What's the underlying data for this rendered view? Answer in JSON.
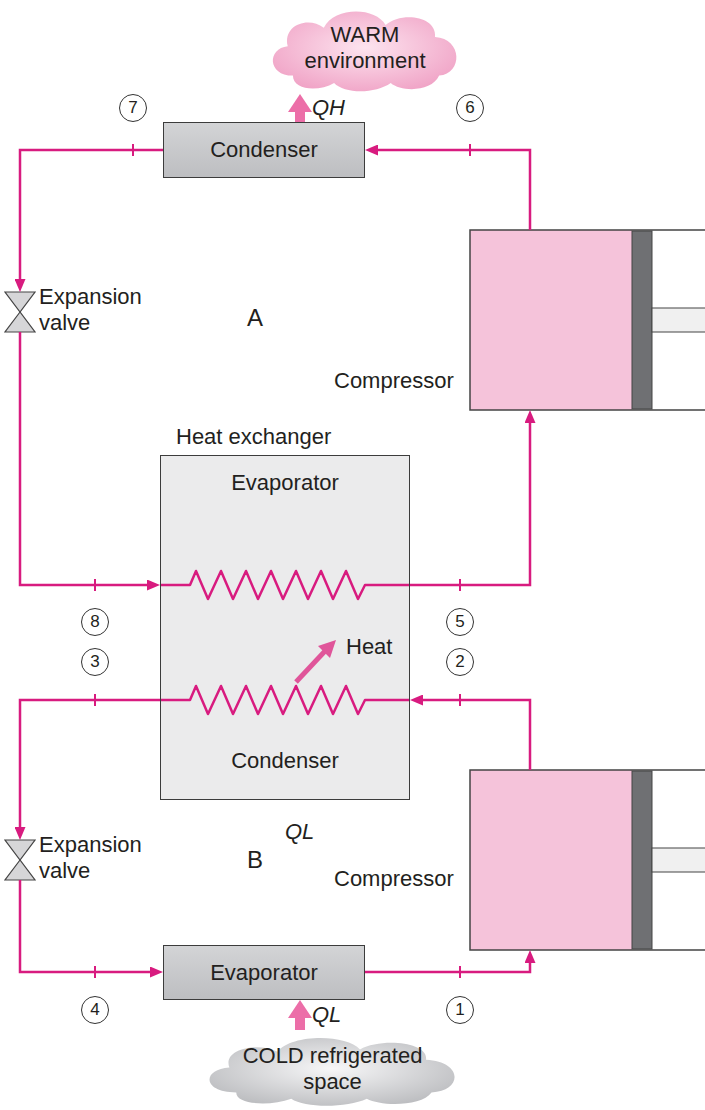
{
  "diagram": {
    "nodes": [
      {
        "text": [
          "WARM environment"
        ]
      },
      {
        "text": [
          "Condenser"
        ]
      },
      {
        "text": [
          "Expansion valve"
        ]
      },
      {
        "text": [
          "Compressor"
        ]
      },
      {
        "text": [
          "Heat exchanger",
          "Evaporator",
          "Heat",
          "Condenser"
        ]
      },
      {
        "text": [
          "Expansion valve"
        ]
      },
      {
        "text": [
          "Compressor"
        ]
      },
      {
        "text": [
          "Evaporator"
        ]
      },
      {
        "text": [
          "COLD refrigerated space"
        ]
      }
    ],
    "edges": [
      {
        "from": 1,
        "to": 0,
        "arrow": "to",
        "label": "QH"
      },
      {
        "from": 3,
        "to": 1,
        "arrow": "to"
      },
      {
        "from": 1,
        "to": 2,
        "arrow": "to"
      },
      {
        "from": 2,
        "to": 4,
        "arrow": "to"
      },
      {
        "from": 4,
        "to": 3,
        "arrow": "to"
      },
      {
        "from": 6,
        "to": 4,
        "arrow": "to"
      },
      {
        "from": 4,
        "to": 5,
        "arrow": "to"
      },
      {
        "from": 5,
        "to": 7,
        "arrow": "to"
      },
      {
        "from": 7,
        "to": 6,
        "arrow": "to"
      },
      {
        "from": 8,
        "to": 7,
        "arrow": "to",
        "label": "QL"
      }
    ],
    "labels": [
      "7",
      "6",
      "A",
      "8",
      "5",
      "3",
      "2",
      "QL",
      "B",
      "4",
      "1"
    ]
  }
}
